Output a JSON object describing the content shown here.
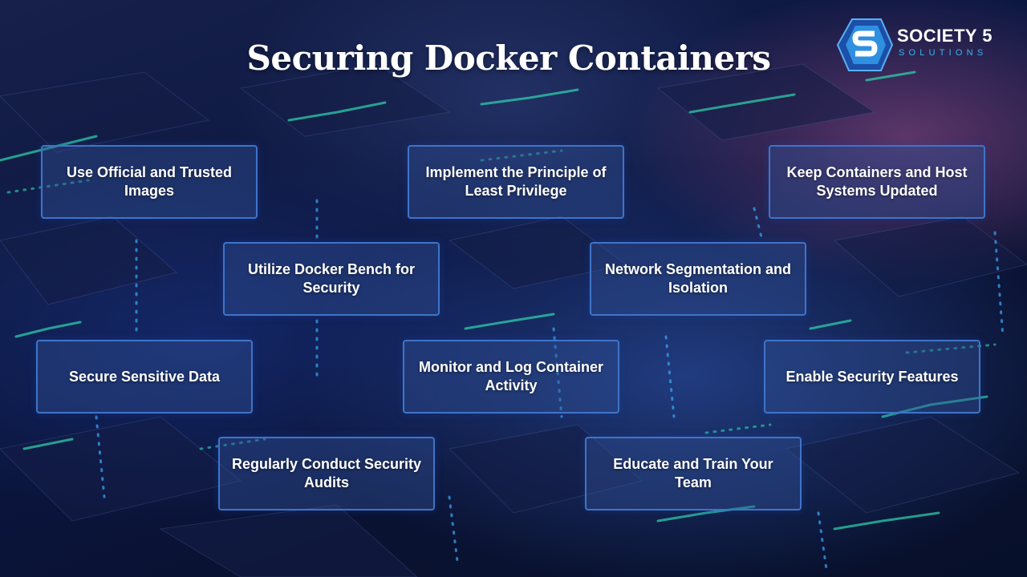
{
  "title": "Securing Docker Containers",
  "logo": {
    "name": "SOCIETY 5",
    "subtitle": "SOLUTIONS",
    "icon": "shield-s-logo-icon",
    "colors": {
      "name": "#ffffff",
      "subtitle": "#38b6f0",
      "mark": "#2f8fe0"
    }
  },
  "cards": [
    {
      "id": "official-images",
      "label": "Use Official and Trusted Images"
    },
    {
      "id": "least-privilege",
      "label": "Implement the Principle of Least Privilege"
    },
    {
      "id": "keep-updated",
      "label": "Keep Containers and Host Systems Updated"
    },
    {
      "id": "docker-bench",
      "label": "Utilize Docker Bench for Security"
    },
    {
      "id": "network-segmentation",
      "label": "Network Segmentation and Isolation"
    },
    {
      "id": "sensitive-data",
      "label": "Secure Sensitive Data"
    },
    {
      "id": "monitor-log",
      "label": "Monitor and Log Container Activity"
    },
    {
      "id": "security-features",
      "label": "Enable Security Features"
    },
    {
      "id": "security-audits",
      "label": "Regularly Conduct Security Audits"
    },
    {
      "id": "educate-team",
      "label": "Educate and Train Your Team"
    }
  ],
  "colors": {
    "card_border": "#3f74c8",
    "card_fill": "#324f96",
    "accent_traces": "#2fd7b0"
  }
}
